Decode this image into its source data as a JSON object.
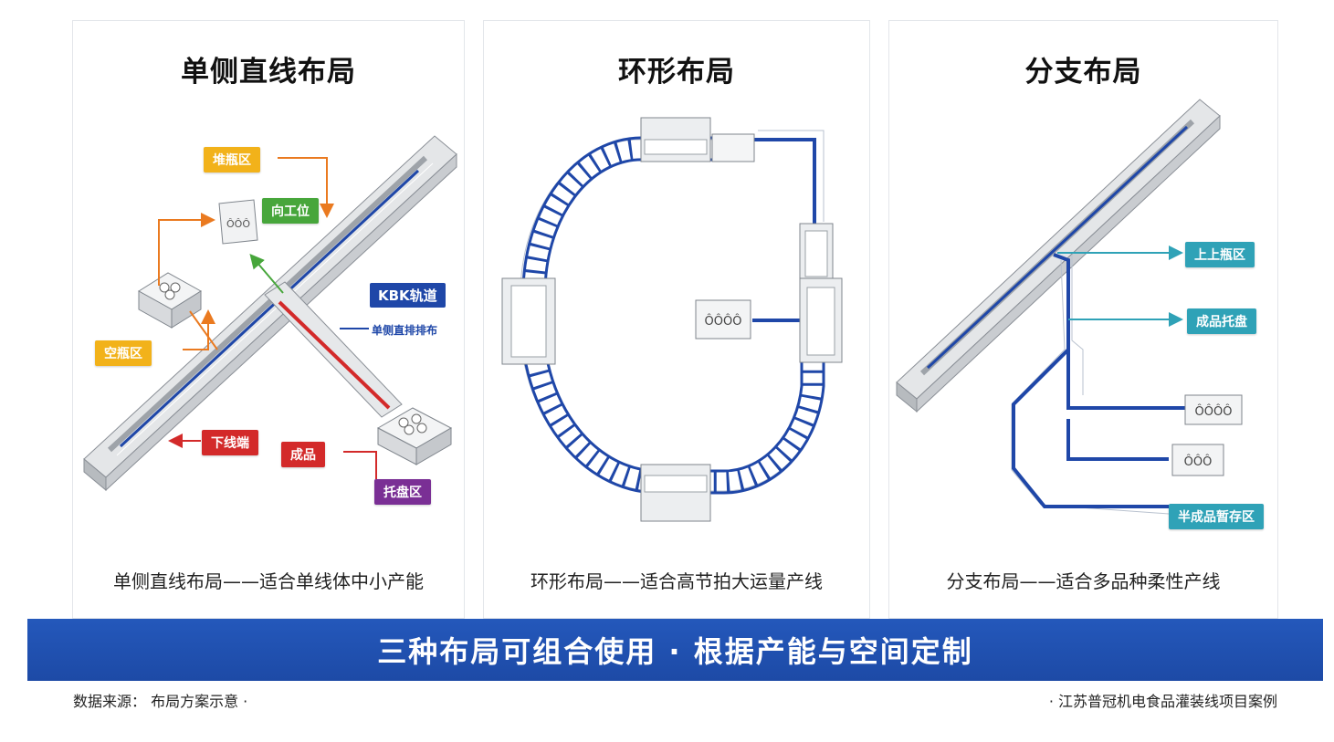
{
  "panels": [
    {
      "title": "单侧直线布局",
      "caption": "单侧直线布局——适合单线体中小产能",
      "tags": {
        "stack_area": "堆瓶区",
        "workstation": "向工位",
        "empty_area": "空瓶区",
        "offline_end": "下线端",
        "finished": "成品",
        "pallet_area": "托盘区"
      },
      "kbk_label": "KBK轨道",
      "kbk_sub": "单侧直排排布"
    },
    {
      "title": "环形布局",
      "caption": "环形布局——适合高节拍大运量产线"
    },
    {
      "title": "分支布局",
      "caption": "分支布局——适合多品种柔性产线",
      "tags": {
        "upper_area": "上上瓶区",
        "finished_pallet": "成品托盘",
        "semi_storage": "半成品暂存区"
      }
    }
  ],
  "banner": "三种布局可组合使用 · 根据产能与空间定制",
  "source_left": "数据来源：  布局方案示意 ·",
  "source_right": "· 江苏普冠机电食品灌装线项目案例",
  "colors": {
    "track_blue": "#1f47a8",
    "banner_blue": "#1f4fad",
    "yellow_tag": "#f2b21a",
    "green_tag": "#47a63b",
    "red_tag": "#d32a2a",
    "purple_tag": "#7a2f95",
    "teal_tag": "#2fa2b7",
    "orange_arrow": "#ea7a20"
  }
}
